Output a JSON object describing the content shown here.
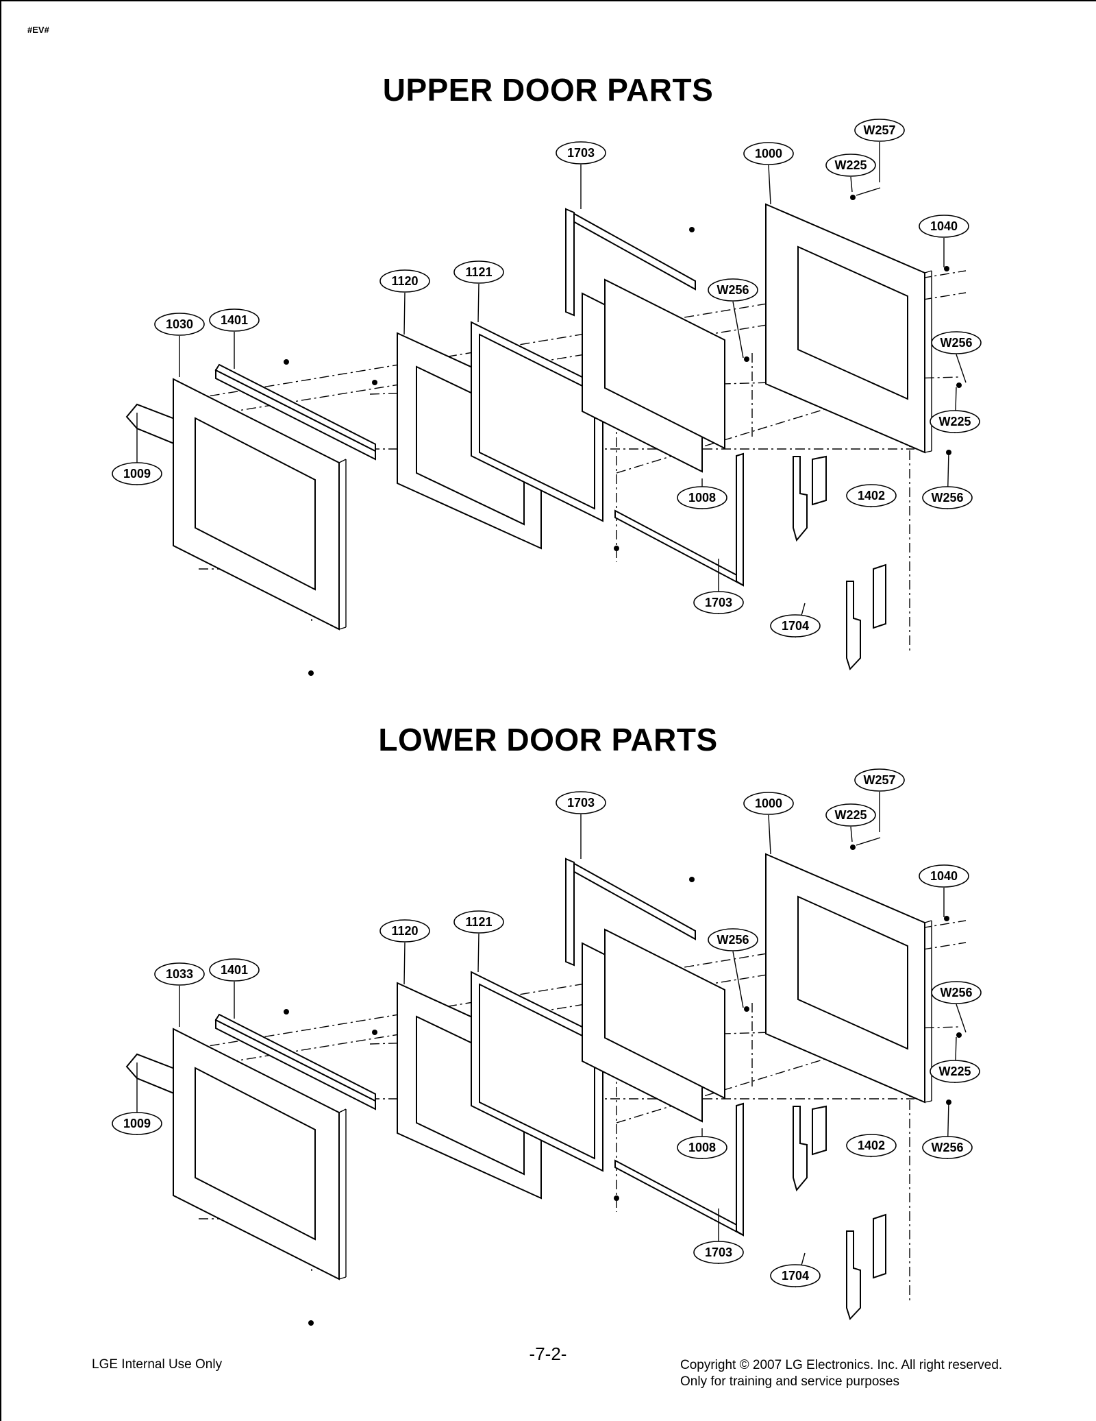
{
  "corner_mark": "#EV#",
  "sections": [
    {
      "title": "UPPER DOOR PARTS",
      "labels": {
        "l1703a": "1703",
        "l1000": "1000",
        "lW257": "W257",
        "lW225a": "W225",
        "l1040": "1040",
        "l1121": "1121",
        "l1120": "1120",
        "lW256a": "W256",
        "l1030": "1030",
        "l1401": "1401",
        "lW256b": "W256",
        "lW225b": "W225",
        "l1009": "1009",
        "l1008": "1008",
        "l1402": "1402",
        "lW256c": "W256",
        "l1703b": "1703",
        "l1704": "1704"
      }
    },
    {
      "title": "LOWER DOOR PARTS",
      "labels": {
        "l1703a": "1703",
        "l1000": "1000",
        "lW257": "W257",
        "lW225a": "W225",
        "l1040": "1040",
        "l1121": "1121",
        "l1120": "1120",
        "lW256a": "W256",
        "l1030": "1033",
        "l1401": "1401",
        "lW256b": "W256",
        "lW225b": "W225",
        "l1009": "1009",
        "l1008": "1008",
        "l1402": "1402",
        "lW256c": "W256",
        "l1703b": "1703",
        "l1704": "1704"
      }
    }
  ],
  "footer": {
    "left": "LGE Internal Use Only",
    "page": "-7-2-",
    "copyright_line1": "Copyright © 2007 LG Electronics. Inc. All right reserved.",
    "copyright_line2": "Only for training and service purposes"
  }
}
